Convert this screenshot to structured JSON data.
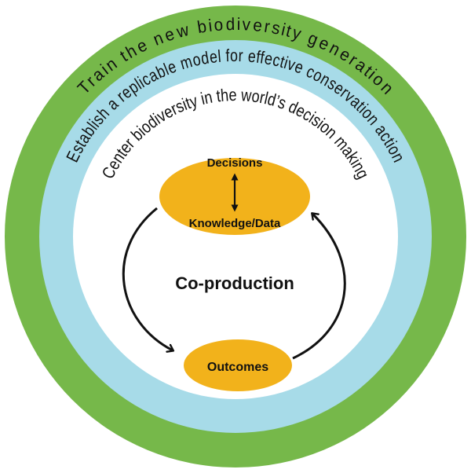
{
  "rings": {
    "outer": {
      "text": "Train the new biodiversity generation",
      "color": "#76b84a"
    },
    "middle": {
      "text": "Establish a replicable model for effective conservation action",
      "color": "#a7dbe8"
    },
    "inner": {
      "text": "Center biodiversity in the world’s decision making",
      "color": "#ffffff"
    }
  },
  "cycle": {
    "top_node": {
      "top_label": "Decisions",
      "bottom_label": "Knowledge/Data",
      "color": "#f2b21b"
    },
    "bottom_node": {
      "label": "Outcomes",
      "color": "#f2b21b"
    },
    "center_label": "Co-production"
  }
}
